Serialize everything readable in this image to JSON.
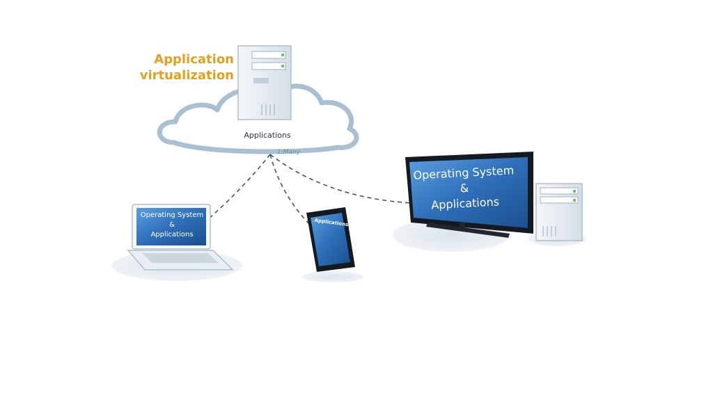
{
  "title": {
    "line1": "Application",
    "line2": "virtualization",
    "color": "#E2A020"
  },
  "cloud": {
    "label": "Applications",
    "ratio": "1:Many"
  },
  "devices": {
    "laptop": {
      "line1": "Operating System",
      "line2": "&",
      "line3": "Applications"
    },
    "tablet": {
      "label": "Applications"
    },
    "tv": {
      "line1": "Operating System",
      "line2": "&",
      "line3": "Applications"
    }
  },
  "colors": {
    "screen_blue": "#2E6FB8",
    "cloud_outline": "#9DB6CC",
    "dashed_line": "#3B5568"
  },
  "icons": [
    "cloud-icon",
    "server-icon",
    "laptop-icon",
    "tablet-icon",
    "monitor-icon",
    "desktop-tower-icon"
  ]
}
